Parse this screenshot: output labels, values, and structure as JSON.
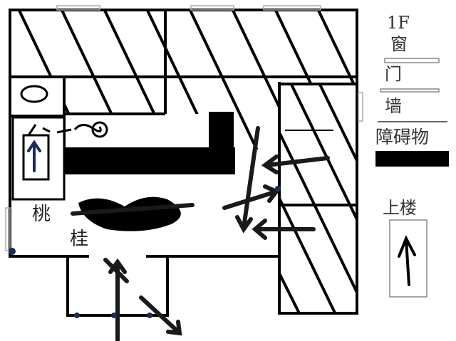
{
  "floor_label": "1F",
  "legend": {
    "window": "窗",
    "door": "门",
    "wall": "墙",
    "obstacle": "障碍物",
    "upstairs": "上楼"
  },
  "rooms": {
    "label_1": "桃",
    "label_2": "桂"
  },
  "colors": {
    "wall": "#000000",
    "marker": "#1b2a5c",
    "arrow": "#1a1a1a"
  }
}
